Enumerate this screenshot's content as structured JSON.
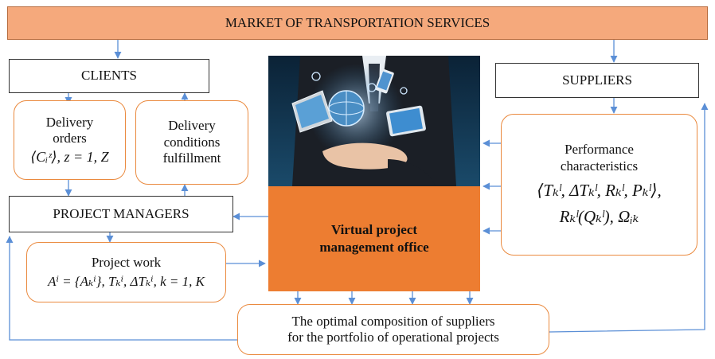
{
  "market": {
    "title": "MARKET OF TRANSPORTATION SERVICES"
  },
  "clients": {
    "title": "CLIENTS"
  },
  "suppliers": {
    "title": "SUPPLIERS"
  },
  "project_managers": {
    "title": "PROJECT MANAGERS"
  },
  "delivery_orders": {
    "line1": "Delivery",
    "line2": "orders",
    "formula": "⟨Cᵢᶻ⟩, z = 1, Z"
  },
  "delivery_conditions": {
    "line1": "Delivery",
    "line2": "conditions",
    "line3": "fulfillment"
  },
  "performance": {
    "line1": "Performance",
    "line2": "characteristics",
    "formula1": "⟨Tₖˡ, ΔTₖˡ, Rₖˡ, Pₖˡ⟩,",
    "formula2": "Rₖˡ(Qₖˡ), Ωᵢₖ"
  },
  "project_work": {
    "title": "Project work",
    "formula": "Aⁱ = {Aₖⁱ}, Tₖⁱ, ΔTₖⁱ, k = 1, K"
  },
  "vpmo": {
    "title": "Virtual project management office"
  },
  "optimal": {
    "line1": "The optimal composition of suppliers",
    "line2": "for the portfolio of operational projects"
  },
  "colors": {
    "accent_orange": "#ed7d31",
    "market_fill": "#f5a97c",
    "rounded_border": "#ea8a3f",
    "arrow_blue": "#5b8fd6"
  }
}
